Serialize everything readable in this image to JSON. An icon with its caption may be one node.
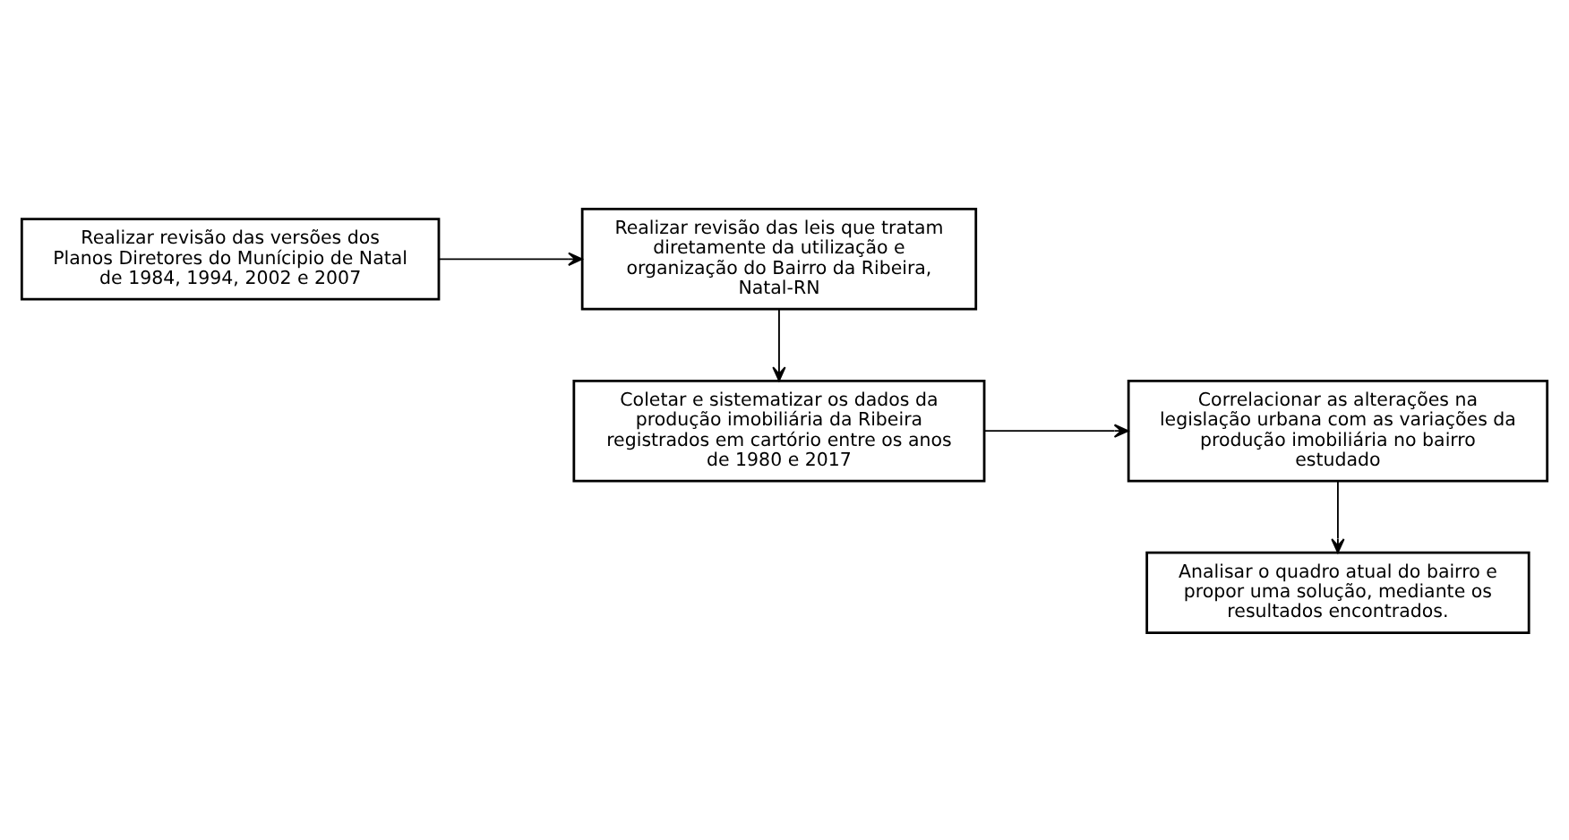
{
  "diagram": {
    "nodes": [
      {
        "text": [
          "Realizar revisão das versões dos Planos Diretores do Munícipio de Natal de 1984, 1994, 2002 e 2007"
        ]
      },
      {
        "text": [
          "Realizar revisão das leis que tratam diretamente da utilização e organização do Bairro da Ribeira, Natal-RN"
        ]
      },
      {
        "text": [
          "Coletar e sistematizar os dados da produção imobiliária da Ribeira registrados em cartório entre os anos de 1980 e 2017"
        ]
      },
      {
        "text": [
          "Correlacionar as alterações na legislação urbana com as variações da produção imobiliária no bairro estudado"
        ]
      },
      {
        "text": [
          "Analisar o quadro atual do bairro e propor uma solução, mediante os resultados encontrados."
        ]
      }
    ],
    "edges": [
      {
        "from": 0,
        "to": 1,
        "arrow": "to"
      },
      {
        "from": 1,
        "to": 2,
        "arrow": "to"
      },
      {
        "from": 2,
        "to": 3,
        "arrow": "to"
      },
      {
        "from": 3,
        "to": 4,
        "arrow": "to"
      }
    ]
  }
}
